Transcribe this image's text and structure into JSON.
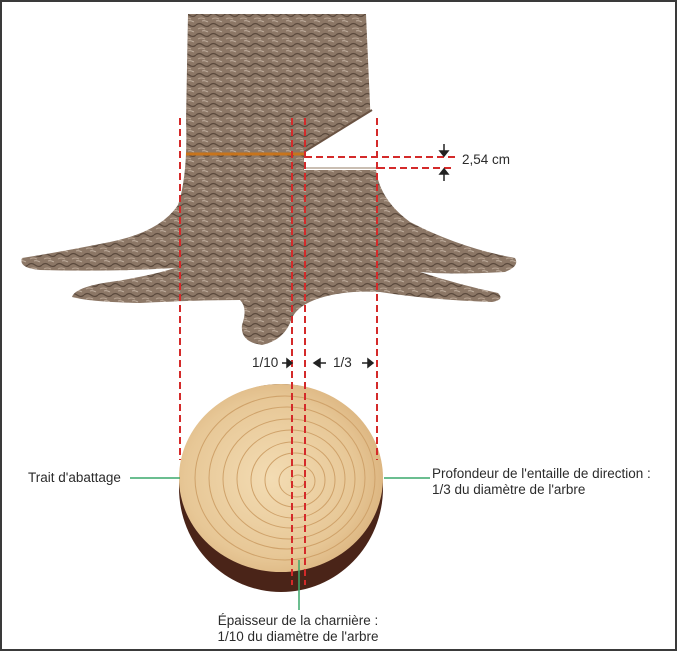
{
  "labels": {
    "felling_cut": "Trait d'abattage",
    "notch_depth_line1": "Profondeur de l'entaille de direction :",
    "notch_depth_line2": "1/3 du diamètre de l'arbre",
    "hinge_line1": "Épaisseur de la charnière :",
    "hinge_line2": "1/10 du diamètre de l'arbre",
    "measure": "2,54 cm",
    "tenth": "1/10",
    "third": "1/3"
  },
  "colors": {
    "guide_dashed": "#d42a2a",
    "leader_line": "#3aa86b",
    "bark": "#8a7260",
    "wood": "#e9c99a",
    "cut_line": "#c8741c",
    "text": "#2b2b2b"
  }
}
